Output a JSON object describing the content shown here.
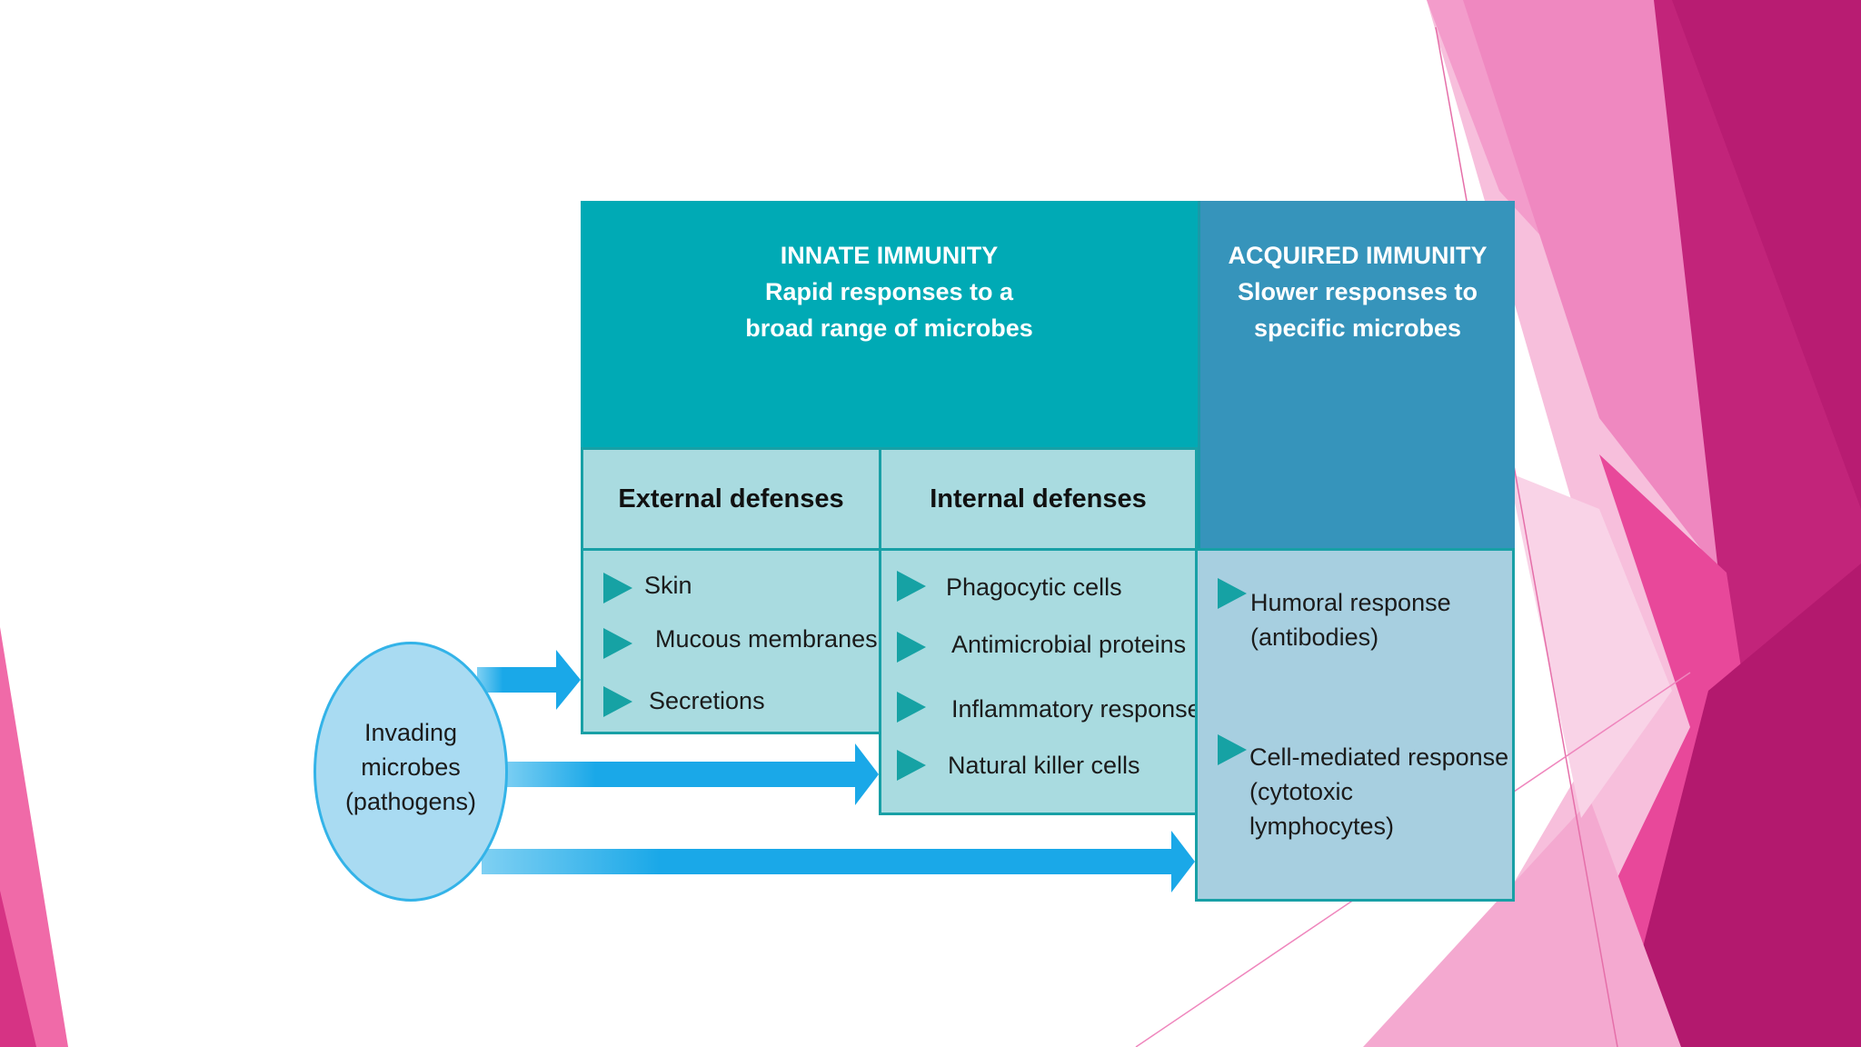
{
  "colors": {
    "innate_header": "#00aab5",
    "acquired_header": "#3694bb",
    "cell_fill": "#a9dbe0",
    "acquired_body_fill": "#a7cfe0",
    "arrow_blue": "#1aa8e8",
    "bullet": "#16a2a4",
    "accent_pink": "#c2185b"
  },
  "innate": {
    "title": "INNATE IMMUNITY",
    "line1": "Rapid responses to a",
    "line2": "broad range of microbes"
  },
  "acquired": {
    "title": "ACQUIRED IMMUNITY",
    "line1": "Slower responses to",
    "line2": "specific microbes"
  },
  "external": {
    "heading": "External defenses",
    "items": [
      "Skin",
      "Mucous membranes",
      "Secretions"
    ]
  },
  "internal": {
    "heading": "Internal defenses",
    "items": [
      "Phagocytic cells",
      "Antimicrobial proteins",
      "Inflammatory response",
      "Natural killer cells"
    ]
  },
  "acquired_items": {
    "humoral_line1": "Humoral response",
    "humoral_line2": "(antibodies)",
    "cell_line1": "Cell-mediated response",
    "cell_line2": "(cytotoxic",
    "cell_line3": "lymphocytes)"
  },
  "microbes": {
    "line1": "Invading",
    "line2": "microbes",
    "line3": "(pathogens)"
  },
  "icons": {
    "bullet": "triangle-bullet-icon",
    "arrow": "right-arrow-icon"
  }
}
